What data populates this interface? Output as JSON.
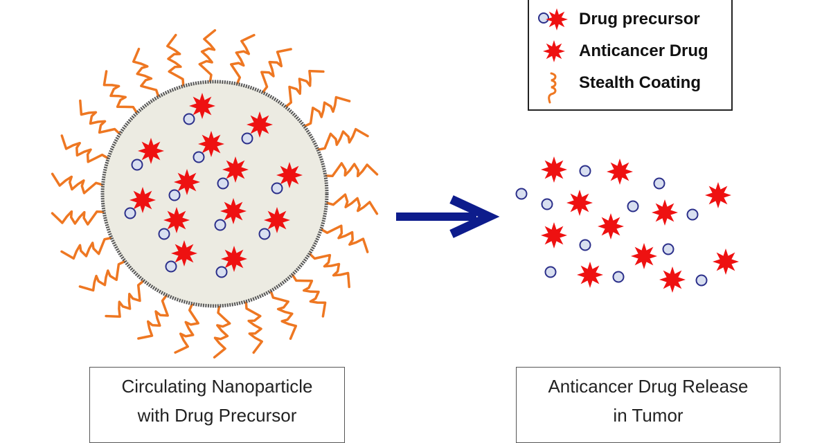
{
  "legend": {
    "items": [
      {
        "label": "Drug precursor",
        "icon": "drug-precursor-icon"
      },
      {
        "label": "Anticancer Drug",
        "icon": "anticancer-drug-icon"
      },
      {
        "label": "Stealth Coating",
        "icon": "stealth-coating-icon"
      }
    ]
  },
  "captions": {
    "left": {
      "line1": "Circulating Nanoparticle",
      "line2": "with Drug Precursor"
    },
    "right": {
      "line1": "Anticancer Drug Release",
      "line2": "in Tumor"
    }
  },
  "colors": {
    "drug": "#ee1111",
    "precursor_fill": "#d8dff0",
    "precursor_stroke": "#2b2f8a",
    "coating": "#ee7722",
    "nanoparticle_fill": "#ecebe2",
    "nanoparticle_border": "#555555",
    "arrow": "#0d1c8c"
  }
}
